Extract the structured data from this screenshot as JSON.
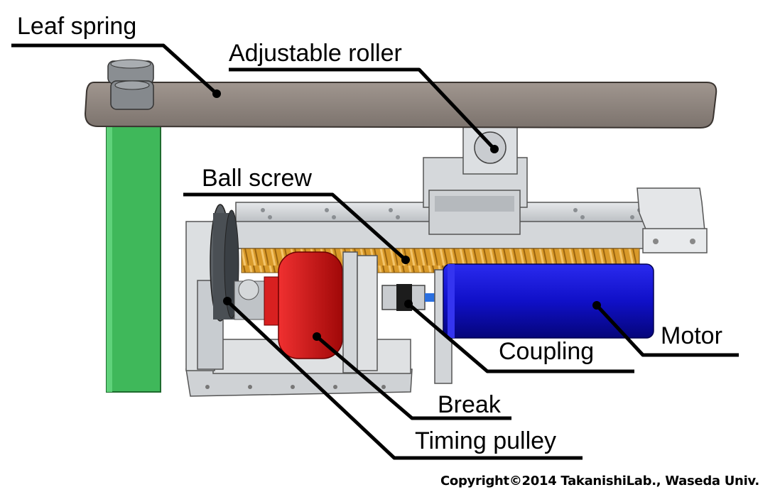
{
  "labels": {
    "leaf_spring": "Leaf spring",
    "adjustable_roller": "Adjustable roller",
    "ball_screw": "Ball screw",
    "motor": "Motor",
    "coupling": "Coupling",
    "break": "Break",
    "timing_pulley": "Timing pulley"
  },
  "copyright": "Copyright©2014 TakanishiLab., Waseda Univ.",
  "colors": {
    "leaf_spring": "#8f8680",
    "green_post": "#3fb85a",
    "brake": "#d71a1a",
    "motor": "#1a1ad6",
    "ball_screw": "#d9a030",
    "frame": "#d8dadc",
    "leader": "#000000"
  }
}
